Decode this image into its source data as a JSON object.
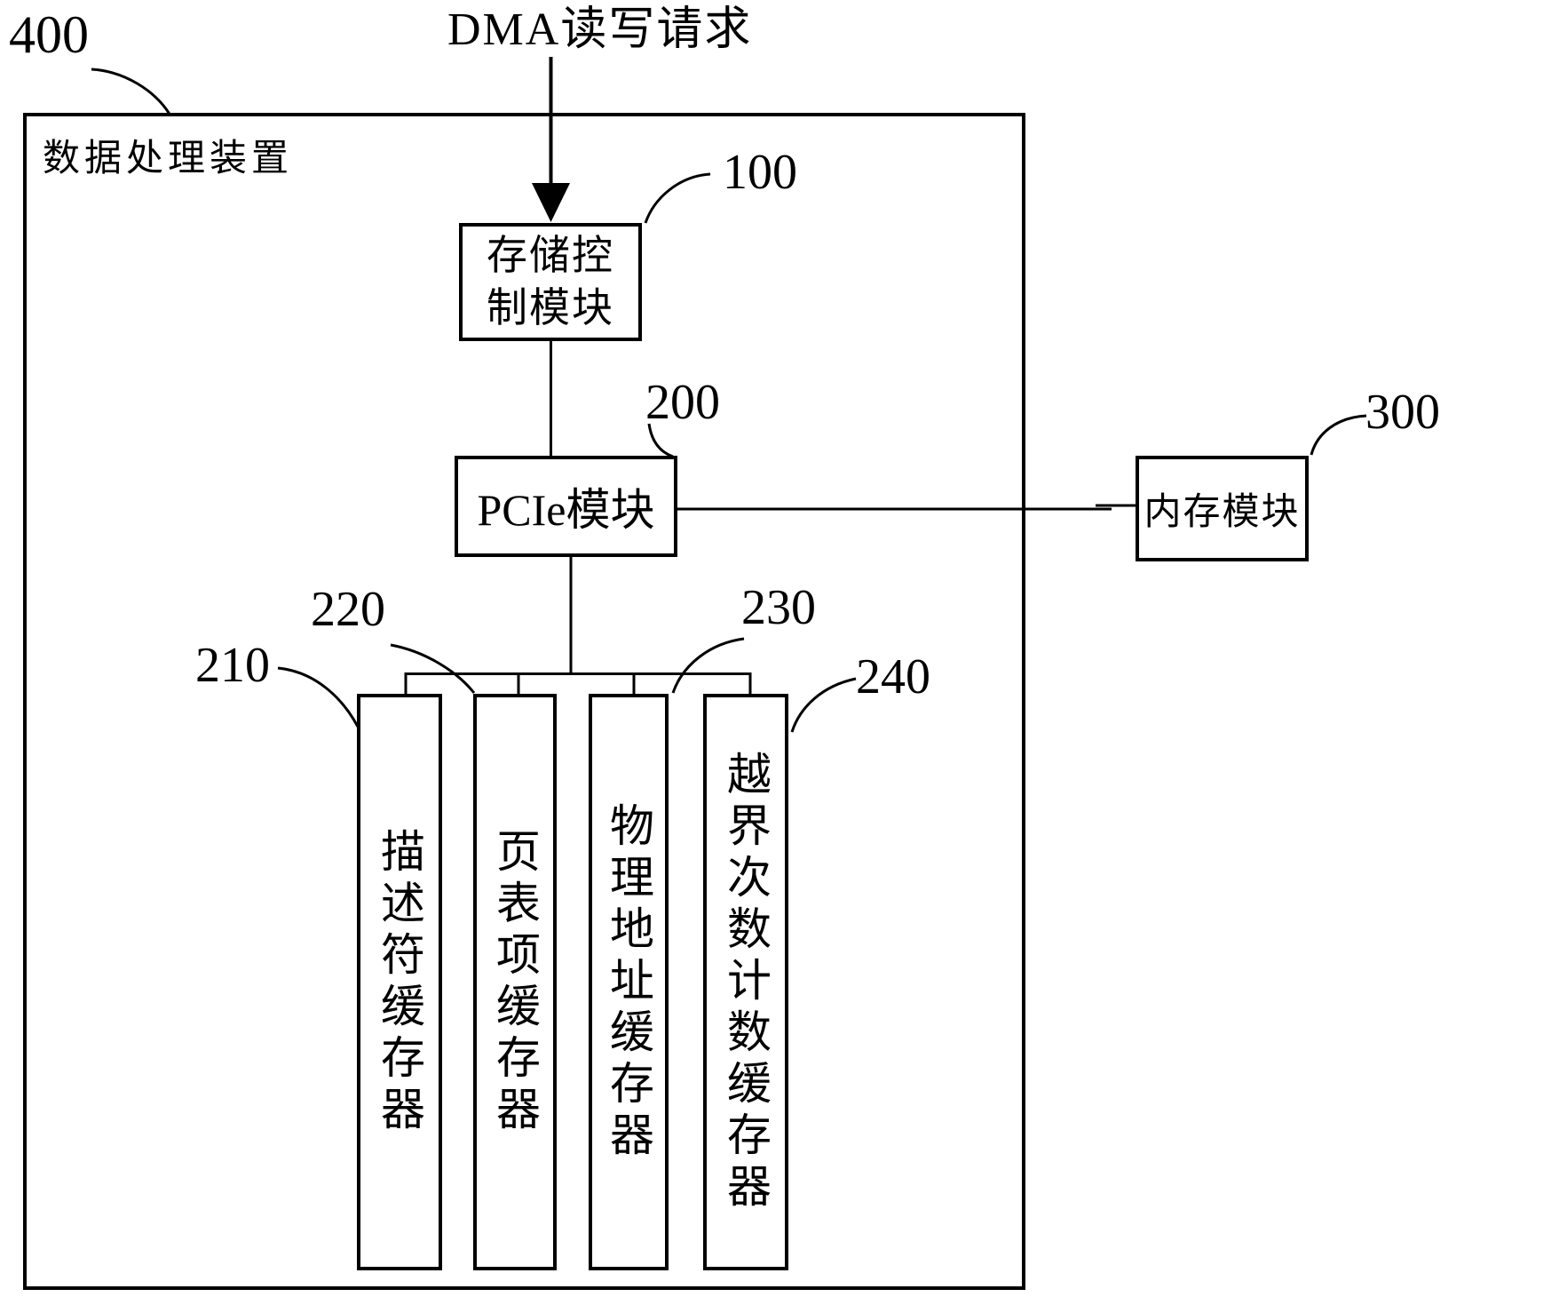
{
  "colors": {
    "ink": "#000000",
    "paper": "#ffffff"
  },
  "figure": {
    "device_box": {
      "label": "数据处理装置",
      "ref": "400"
    },
    "input_arrow": {
      "label": "DMA读写请求"
    },
    "storage_module": {
      "label": "存储控制模块",
      "ref": "100"
    },
    "pcie_module": {
      "label": "PCIe模块",
      "ref": "200"
    },
    "memory_module": {
      "label": "内存模块",
      "ref": "300"
    },
    "buffers": [
      {
        "label": "描述符缓存器",
        "ref": "210"
      },
      {
        "label": "页表项缓存器",
        "ref": "220"
      },
      {
        "label": "物理地址缓存器",
        "ref": "230"
      },
      {
        "label": "越界次数计数缓存器",
        "ref": "240"
      }
    ]
  }
}
